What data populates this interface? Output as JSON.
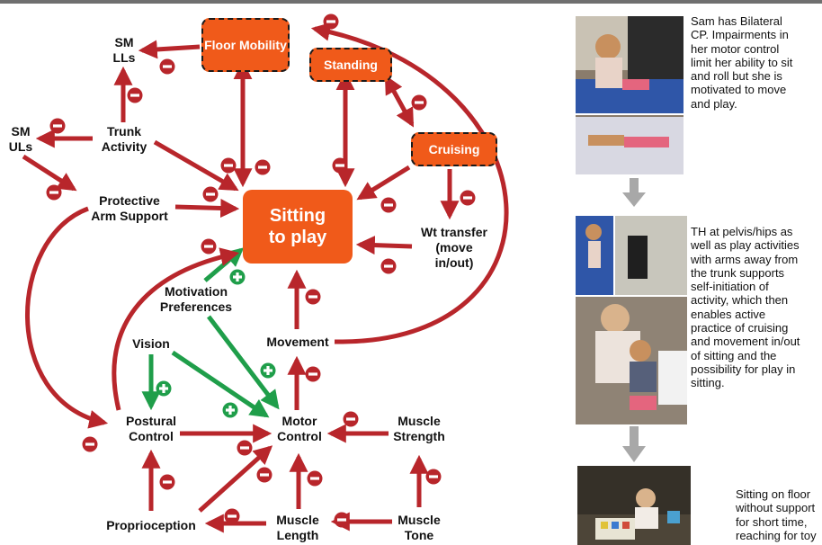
{
  "diagram": {
    "main_node": "Sitting\nto play",
    "orange_nodes": {
      "floor_mobility": "Floor\nMobility",
      "standing": "Standing",
      "cruising": "Cruising"
    },
    "nodes": {
      "sm_lls": "SM\nLLs",
      "sm_uls": "SM\nULs",
      "trunk_activity": "Trunk\nActivity",
      "protective_arm_support": "Protective\nArm Support",
      "wt_transfer": "Wt transfer\n(move\nin/out)",
      "motivation_preferences": "Motivation\nPreferences",
      "vision": "Vision",
      "movement": "Movement",
      "postural_control": "Postural\nControl",
      "motor_control": "Motor\nControl",
      "muscle_strength": "Muscle\nStrength",
      "proprioception": "Proprioception",
      "muscle_length": "Muscle\nLength",
      "muscle_tone": "Muscle\nTone"
    },
    "colors": {
      "node_fill": "#f05a1a",
      "negative_arrow": "#b8262b",
      "positive_arrow": "#1f9e4a",
      "flow_arrow": "#a8a8a8"
    },
    "signs": {
      "negative": "−",
      "positive": "+"
    }
  },
  "panel": {
    "captions": {
      "first": "Sam has Bilateral\nCP. Impairments in\nher motor control\nlimit her ability to sit\nand roll but she is\nmotivated to move\nand play.",
      "second": "TH at pelvis/hips as\nwell as play activities\nwith arms away from\nthe trunk supports\nself-initiation of\nactivity, which then\nenables active\npractice of cruising\nand movement in/out\nof sitting and the\npossibility for play in\nsitting.",
      "third": "Sitting on floor\nwithout support\nfor short time, \nreaching for toy"
    }
  }
}
